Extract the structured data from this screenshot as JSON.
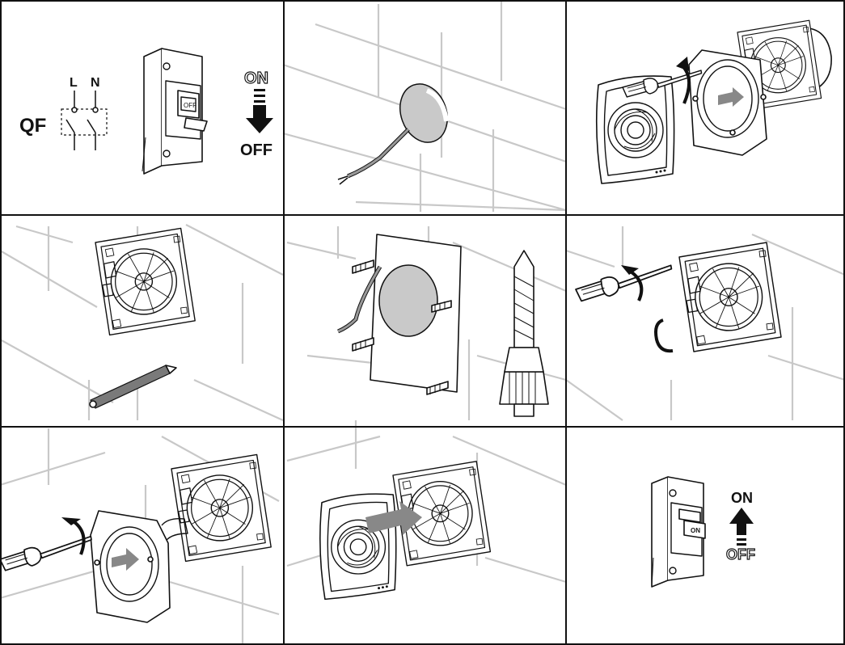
{
  "breaker_off": {
    "device_label": "QF",
    "terminal_l": "L",
    "terminal_n": "N",
    "switch_text": "OFF",
    "on_label": "ON",
    "off_label": "OFF"
  },
  "breaker_on": {
    "switch_text": "ON",
    "on_label": "ON",
    "off_label": "OFF"
  }
}
